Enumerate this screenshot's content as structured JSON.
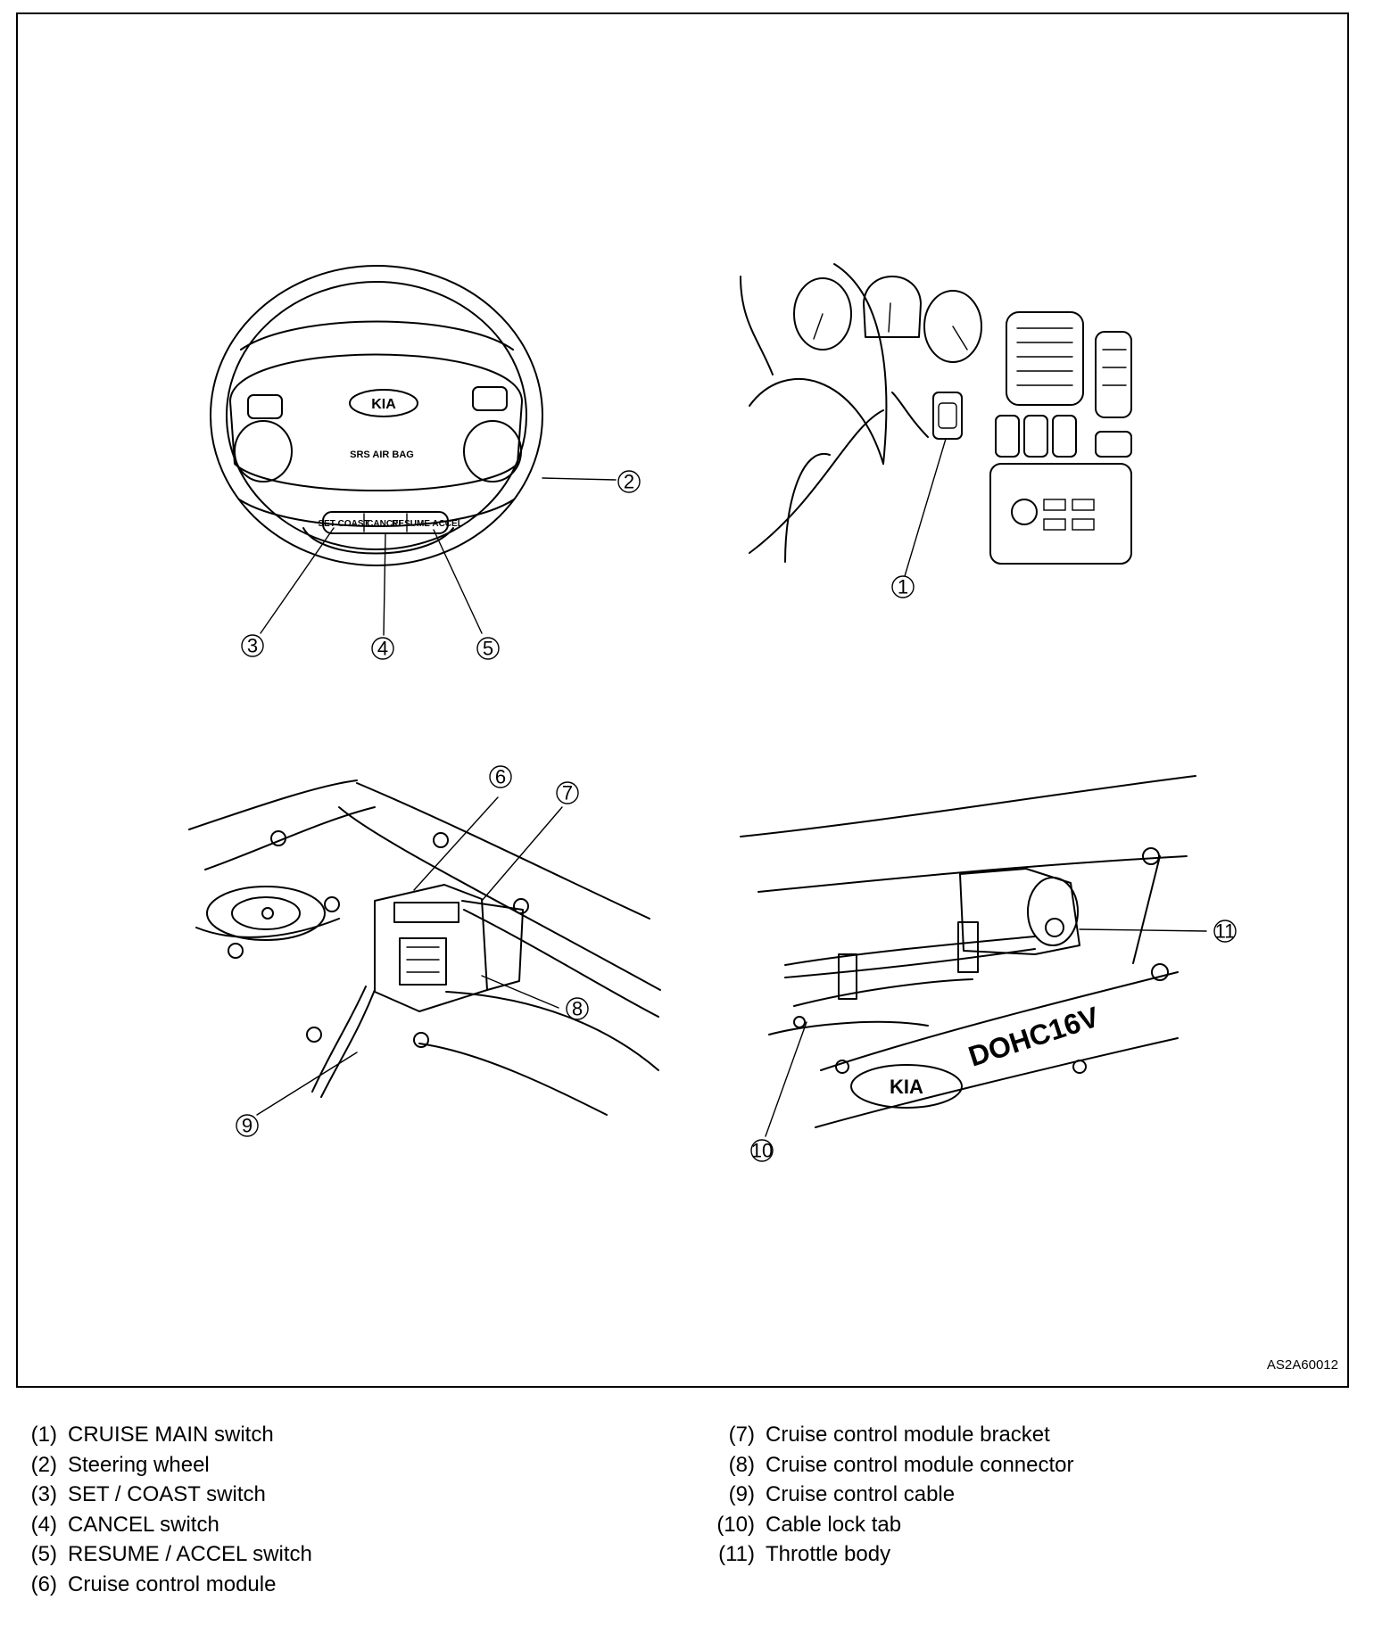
{
  "figure_code": "AS2A60012",
  "steering_wheel": {
    "logo": "KIA",
    "airbag_label": "SRS AIR BAG",
    "button_set": "SET COAST",
    "button_cancel": "CANCEL",
    "button_resume": "RESUME ACCEL"
  },
  "engine": {
    "logo": "KIA",
    "cover_label": "DOHC16V"
  },
  "callouts": [
    "1",
    "2",
    "3",
    "4",
    "5",
    "6",
    "7",
    "8",
    "9",
    "10",
    "11"
  ],
  "legend": {
    "left": [
      {
        "num": "(1)",
        "text": "CRUISE MAIN switch"
      },
      {
        "num": "(2)",
        "text": "Steering wheel"
      },
      {
        "num": "(3)",
        "text": "SET / COAST switch"
      },
      {
        "num": "(4)",
        "text": "CANCEL switch"
      },
      {
        "num": "(5)",
        "text": "RESUME / ACCEL switch"
      },
      {
        "num": "(6)",
        "text": "Cruise control module"
      }
    ],
    "right": [
      {
        "num": "(7)",
        "text": "Cruise control module bracket"
      },
      {
        "num": "(8)",
        "text": "Cruise control module connector"
      },
      {
        "num": "(9)",
        "text": "Cruise control cable"
      },
      {
        "num": "(10)",
        "text": "Cable lock tab"
      },
      {
        "num": "(11)",
        "text": "Throttle body"
      }
    ]
  }
}
